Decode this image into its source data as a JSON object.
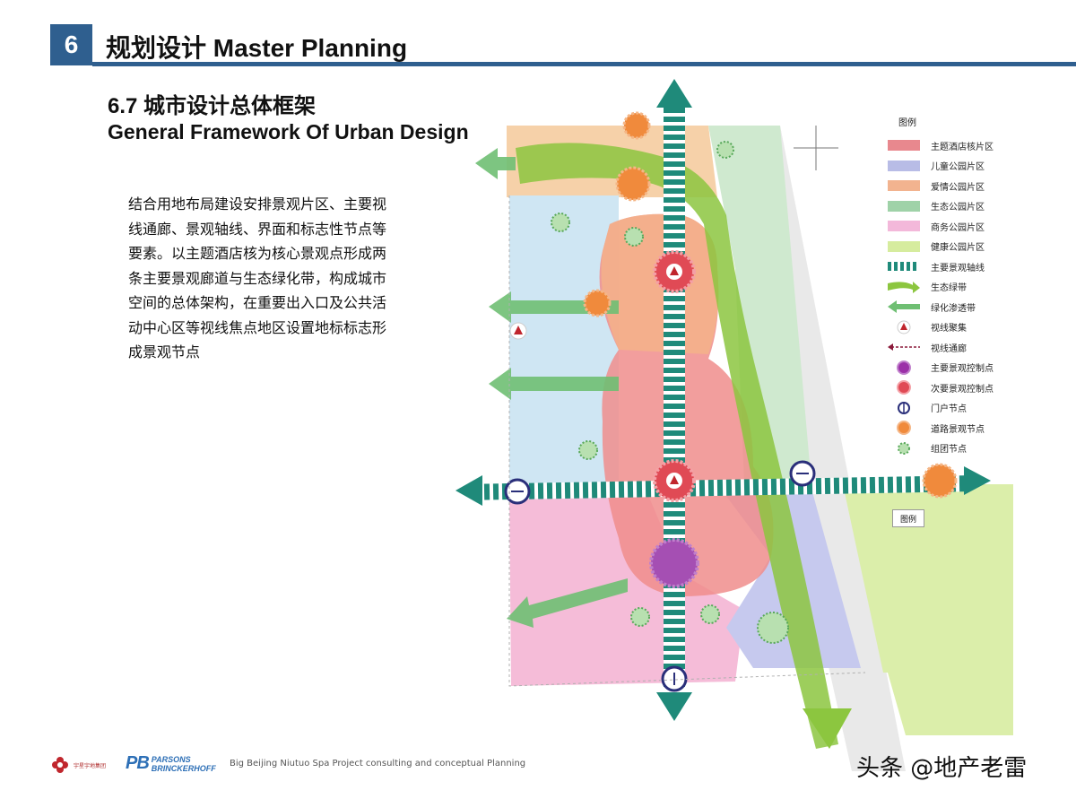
{
  "header": {
    "section_number": "6",
    "title": "规划设计 Master Planning"
  },
  "subtitle": {
    "cn": "6.7 城市设计总体框架",
    "en": "General Framework Of Urban Design"
  },
  "body_lines": [
    "结合用地布局建设安排景观片区、主要视",
    "线通廊、景观轴线、界面和标志性节点等",
    "要素。以主题酒店核为核心景观点形成两",
    "条主要景观廊道与生态绿化带，构成城市",
    "空间的总体架构，在重要出入口及公共活",
    "动中心区等视线焦点地区设置地标标志形",
    "成景观节点"
  ],
  "legend": {
    "title": "图例",
    "items": [
      {
        "label": "主题酒店核片区",
        "icon": "swatch",
        "color": "#e8888e"
      },
      {
        "label": "儿童公园片区",
        "icon": "swatch",
        "color": "#b8bce6"
      },
      {
        "label": "爱情公园片区",
        "icon": "swatch",
        "color": "#f2b38f"
      },
      {
        "label": "生态公园片区",
        "icon": "swatch",
        "color": "#9fd2a8"
      },
      {
        "label": "商务公园片区",
        "icon": "swatch",
        "color": "#f3b8da"
      },
      {
        "label": "健康公园片区",
        "icon": "swatch",
        "color": "#d6ec9e"
      },
      {
        "label": "主要景观轴线",
        "icon": "axis-icon",
        "color": "#1f8a7a"
      },
      {
        "label": "生态绿带",
        "icon": "green-belt-icon",
        "color": "#8cc63f"
      },
      {
        "label": "绿化渗透带",
        "icon": "green-penetration-icon",
        "color": "#6fbf73"
      },
      {
        "label": "视线聚集",
        "icon": "sightline-focus-icon",
        "color": "#c0262d"
      },
      {
        "label": "视线通廊",
        "icon": "sightline-corridor-icon",
        "color": "#8b1a3a"
      },
      {
        "label": "主要景观控制点",
        "icon": "major-control-point-icon",
        "color": "#9b30a8"
      },
      {
        "label": "次要景观控制点",
        "icon": "minor-control-point-icon",
        "color": "#e04a55"
      },
      {
        "label": "门户节点",
        "icon": "gateway-node-icon",
        "color": "#2a2f7a"
      },
      {
        "label": "道路景观节点",
        "icon": "road-node-icon",
        "color": "#f08a3c"
      },
      {
        "label": "组团节点",
        "icon": "cluster-node-icon",
        "color": "#7cc57f"
      }
    ]
  },
  "compass_label": "图例",
  "footer": {
    "logo1_text": "宇星宇地集团",
    "pb_mark": "PB",
    "pb_line1": "PARSONS",
    "pb_line2": "BRINCKERHOFF",
    "caption": "Big Beijing Niutuo Spa Project consulting and conceptual Planning",
    "watermark": "头条 @地产老雷"
  },
  "colors": {
    "brand_blue": "#2f5f8f",
    "axis_teal": "#1f8a7a",
    "eco_green": "#8cc63f"
  }
}
